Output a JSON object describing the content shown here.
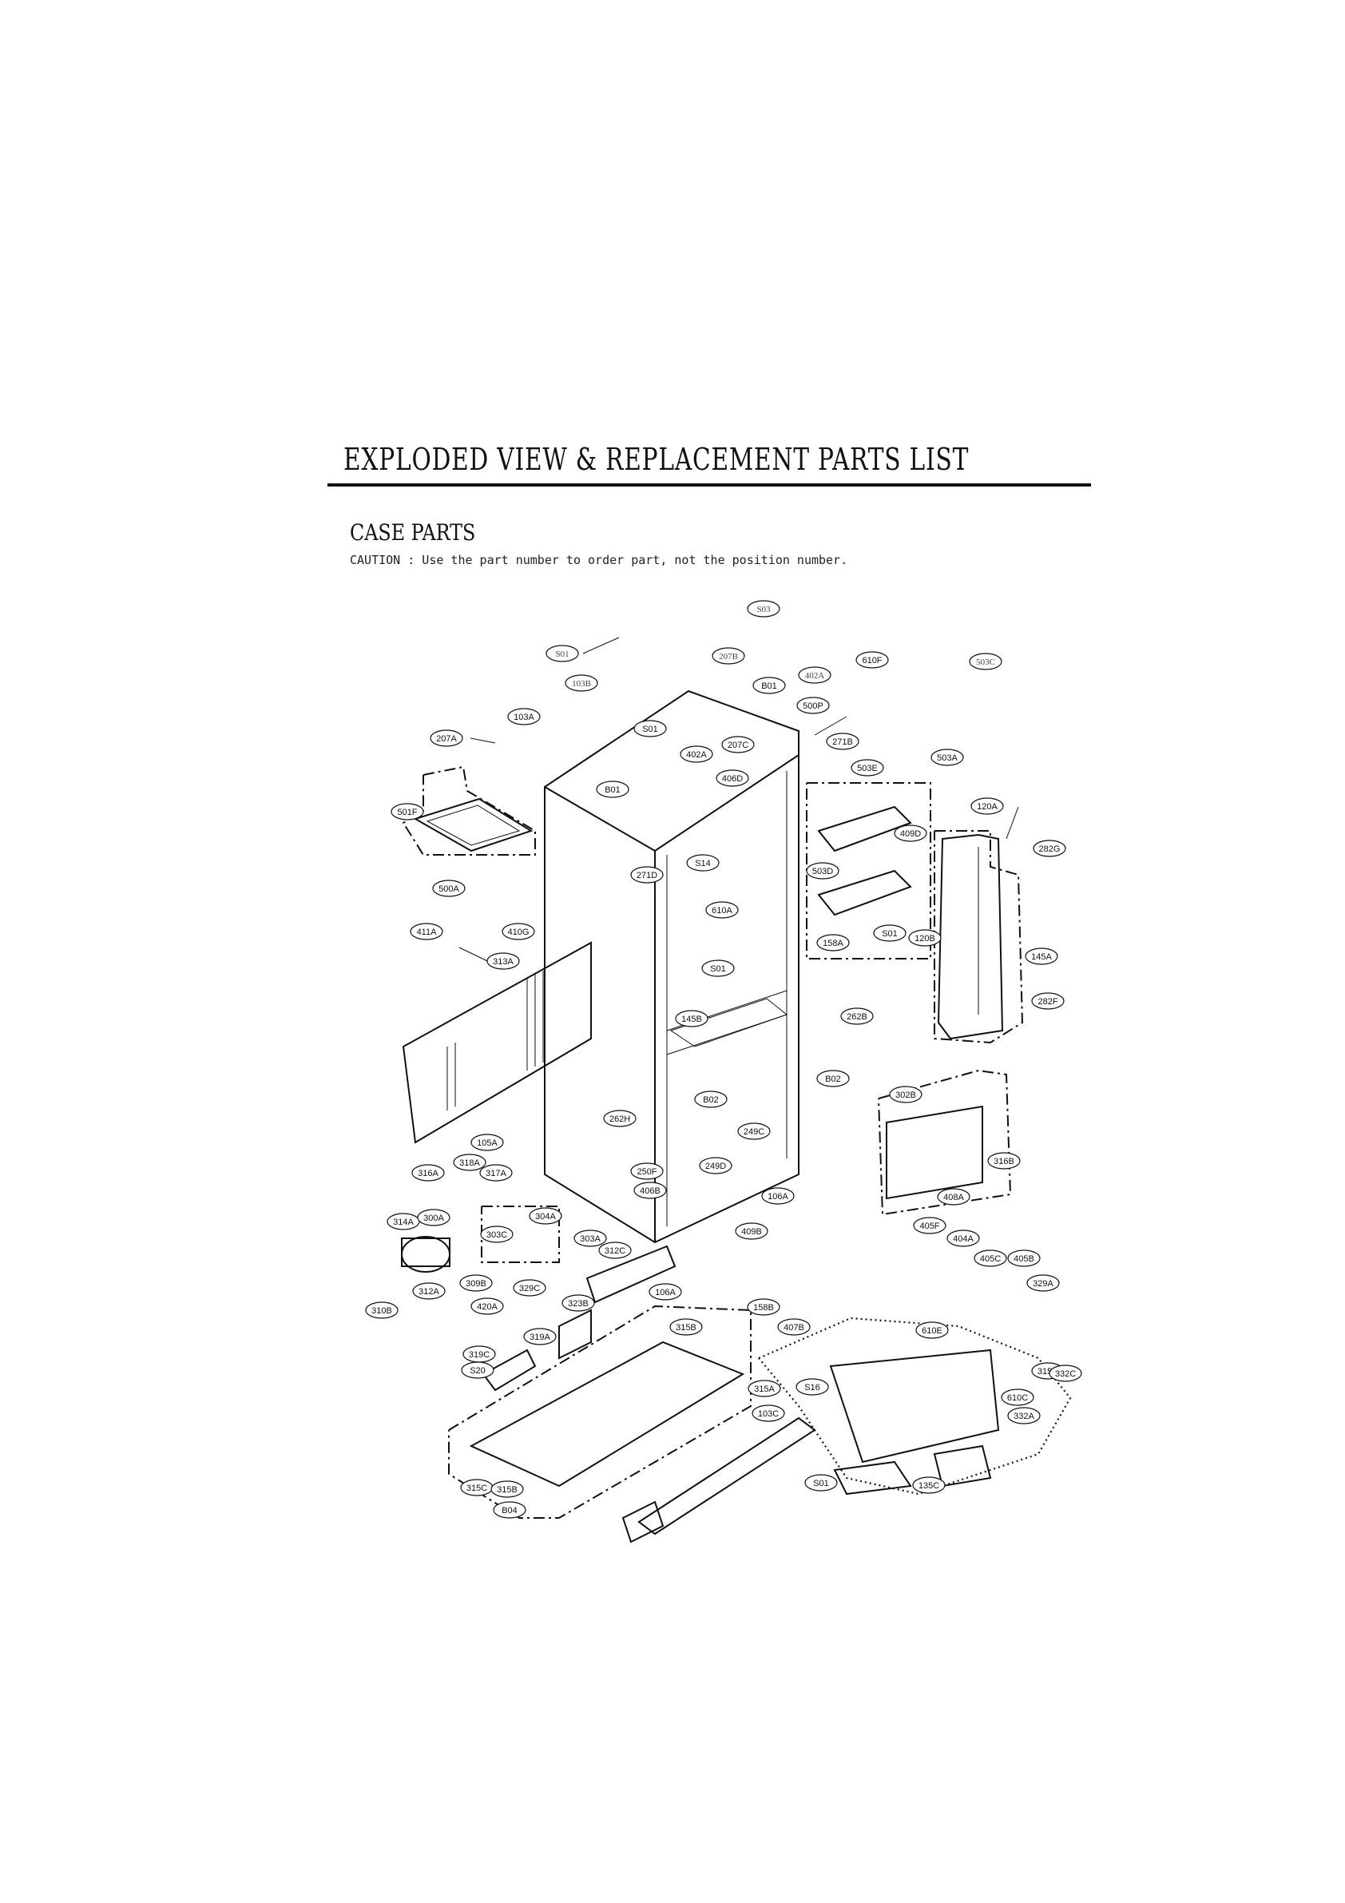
{
  "header": {
    "title": "EXPLODED VIEW & REPLACEMENT PARTS LIST",
    "section": "CASE PARTS",
    "caution": "CAUTION : Use the part number to order part, not the position number."
  },
  "callouts": [
    "S03",
    "610F",
    "S01",
    "207B",
    "402A",
    "503C",
    "103B",
    "B01",
    "500P",
    "103A",
    "207A",
    "S01",
    "207C",
    "271B",
    "402A",
    "503A",
    "406D",
    "B01",
    "503E",
    "120A",
    "501F",
    "409D",
    "282G",
    "S14",
    "503D",
    "500A",
    "271D",
    "610A",
    "411A",
    "410G",
    "158A",
    "S01",
    "120B",
    "145A",
    "313A",
    "S01",
    "145B",
    "282F",
    "262B",
    "B02",
    "302B",
    "B02",
    "262H",
    "249C",
    "105A",
    "318A",
    "316B",
    "249D",
    "317A",
    "316A",
    "250F",
    "406B",
    "408A",
    "106A",
    "304A",
    "314A",
    "300A",
    "405F",
    "409B",
    "303C",
    "303A",
    "404A",
    "312C",
    "405C",
    "405B",
    "309B",
    "329C",
    "329A",
    "312A",
    "106A",
    "323B",
    "420A",
    "158B",
    "310B",
    "407B",
    "315B",
    "610E",
    "319A",
    "315C",
    "319C",
    "332C",
    "S20",
    "S16",
    "315A",
    "610C",
    "103C",
    "332A",
    "315C",
    "315B",
    "S01",
    "135C",
    "B04"
  ]
}
